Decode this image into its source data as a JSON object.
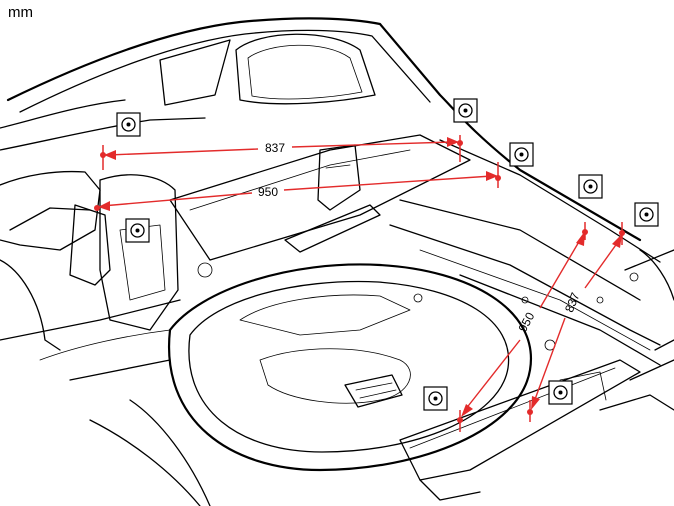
{
  "unit": "mm",
  "colors": {
    "dimension_line": "#e32b2b",
    "drawing_line": "#000000",
    "background": "#ffffff"
  },
  "measurement_symbol_icon": "reference-point-icon",
  "dimensions": [
    {
      "id": "rear-width-upper",
      "value": "837"
    },
    {
      "id": "rear-diagonal-upper",
      "value": "950"
    },
    {
      "id": "rear-diagonal-lower",
      "value": "950"
    },
    {
      "id": "rear-width-lower",
      "value": "837"
    }
  ]
}
